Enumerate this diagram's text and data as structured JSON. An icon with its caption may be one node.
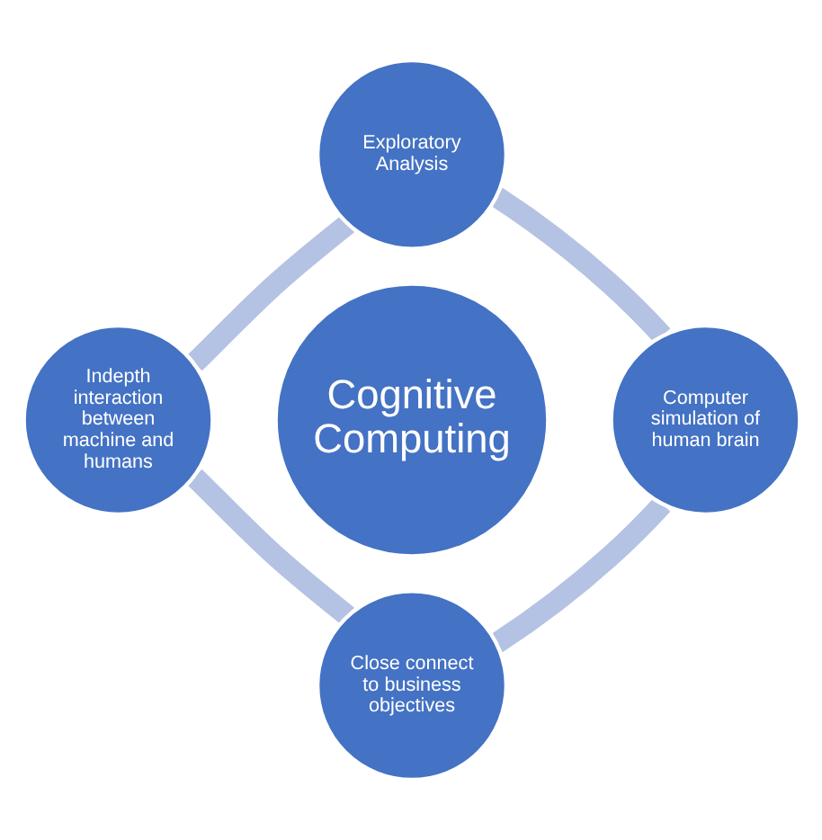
{
  "diagram": {
    "nodes": [
      {
        "text": [
          "Exploratory Analysis"
        ]
      },
      {
        "text": [
          "Indepth interaction between machine and humans"
        ]
      },
      {
        "text": [
          "Cognitive Computing"
        ]
      },
      {
        "text": [
          "Computer simulation of human brain"
        ]
      },
      {
        "text": [
          "Close connect to business objectives"
        ]
      }
    ],
    "edges": [
      {
        "from": 0,
        "to": 3,
        "arrow": "none"
      },
      {
        "from": 3,
        "to": 4,
        "arrow": "none"
      },
      {
        "from": 4,
        "to": 1,
        "arrow": "none"
      },
      {
        "from": 1,
        "to": 0,
        "arrow": "none"
      }
    ]
  }
}
